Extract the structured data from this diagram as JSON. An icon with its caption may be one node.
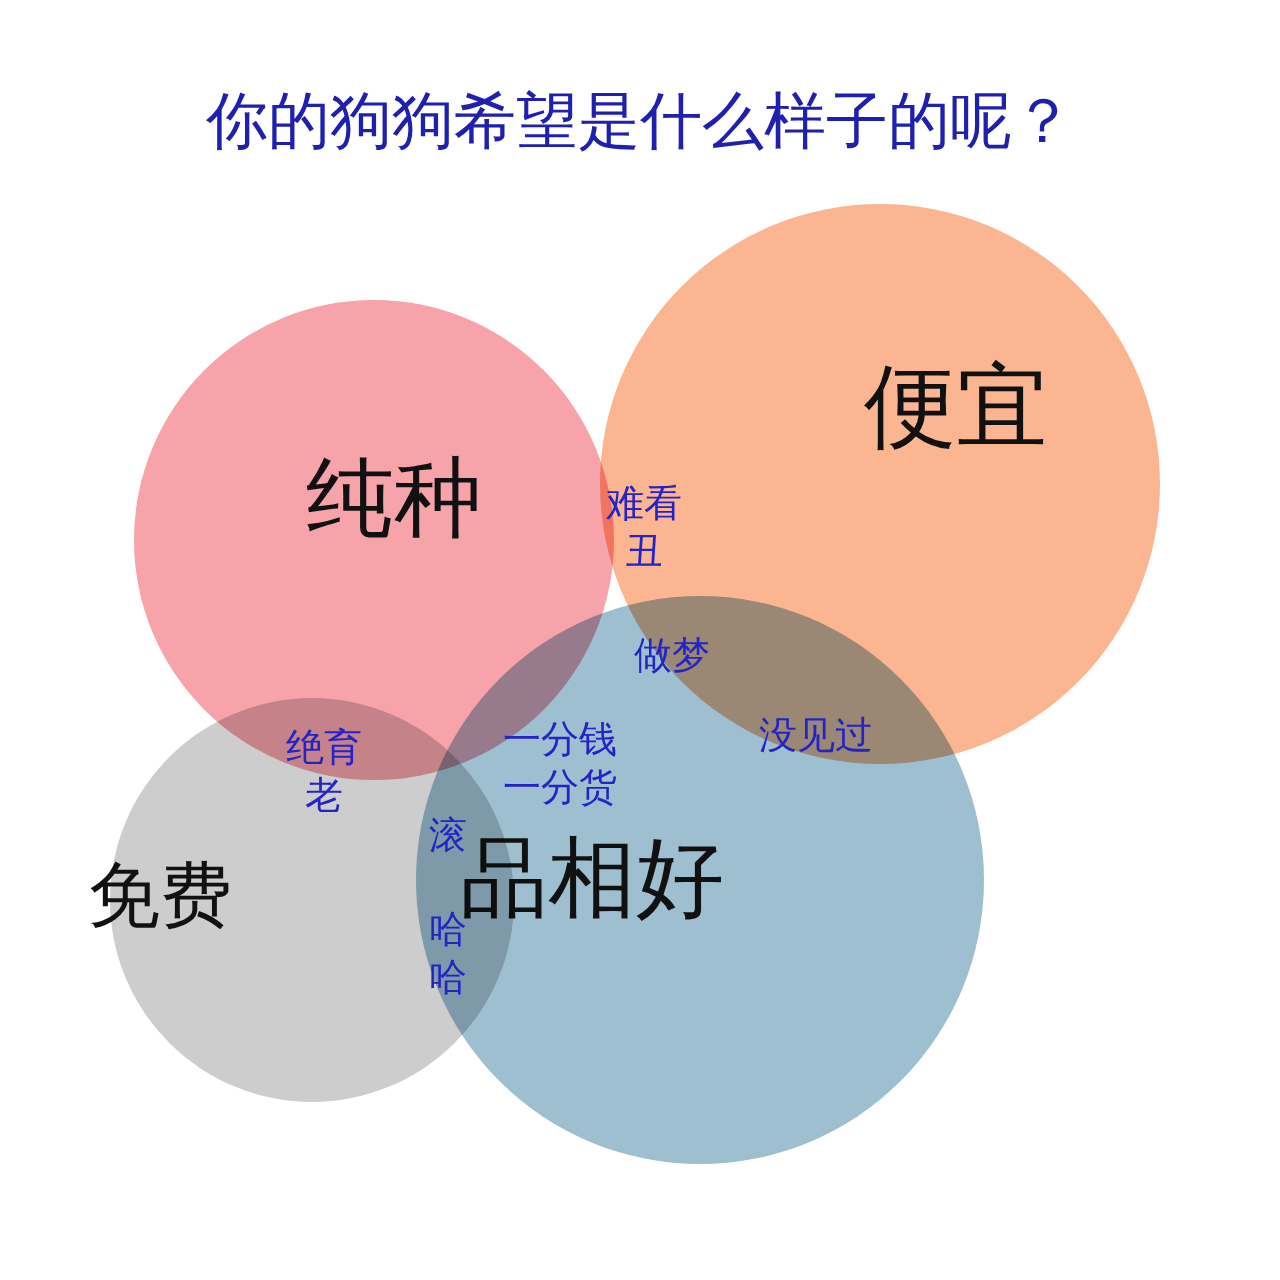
{
  "diagram": {
    "title": "你的狗狗希望是什么样子的呢？",
    "nodes": [
      {
        "text": [
          "纯种"
        ]
      },
      {
        "text": [
          "便宜"
        ]
      },
      {
        "text": [
          "免费"
        ]
      },
      {
        "text": [
          "品相好"
        ]
      }
    ],
    "labels": [
      "难看丑",
      "做梦",
      "绝育老",
      "一分钱一分货",
      "没见过",
      "滚",
      "哈哈"
    ]
  }
}
